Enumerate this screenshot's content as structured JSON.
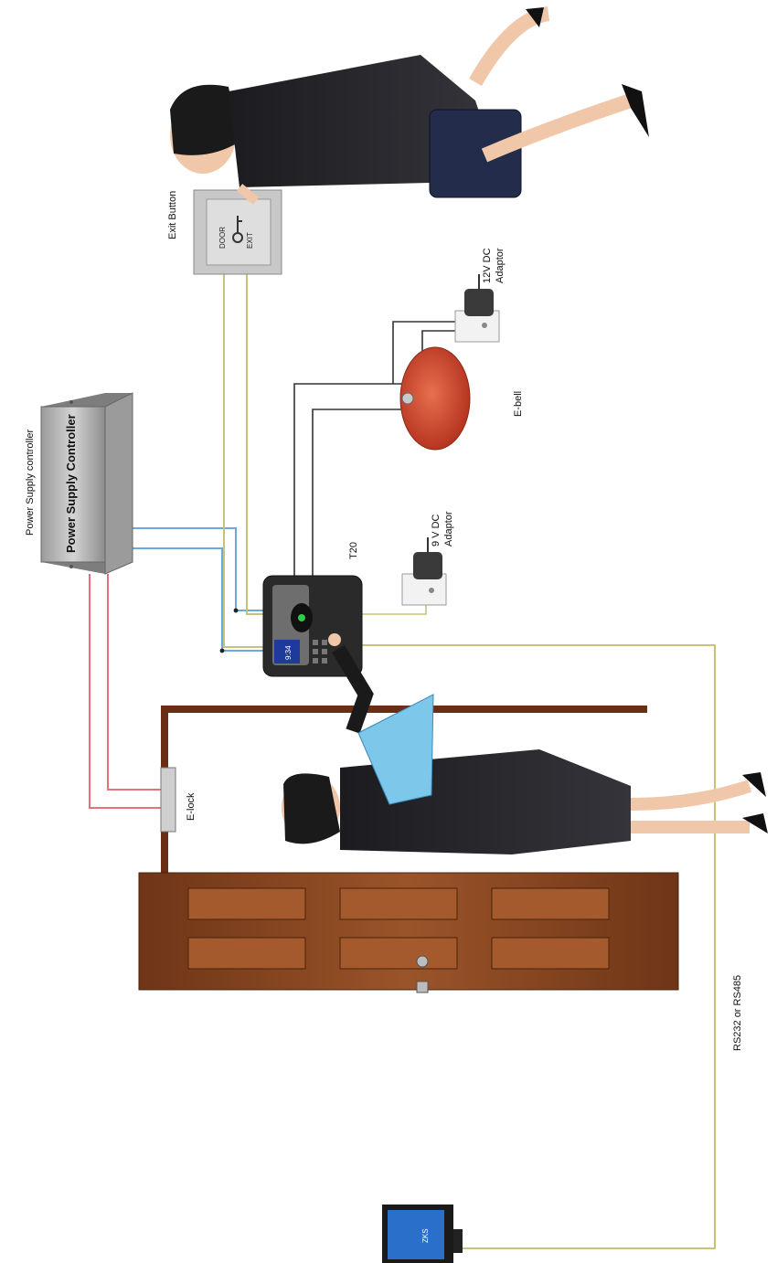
{
  "labels": {
    "power_supply_caption": "Power Supply controller",
    "power_supply_device": "Power Supply Controller",
    "exit_button": "Exit Button",
    "exit_plate_top": "DOOR",
    "exit_plate_bottom": "EXIT",
    "adaptor_12v_line1": "12V DC",
    "adaptor_12v_line2": "Adaptor",
    "adaptor_9v_line1": "9 V DC",
    "adaptor_9v_line2": "Adaptor",
    "e_bell": "E-bell",
    "terminal": "T20",
    "e_lock": "E-lock",
    "serial_link": "RS232 or RS485",
    "terminal_clock": "9:34",
    "pc_screen": "ZKS"
  },
  "colors": {
    "power_wire": "#e8707a",
    "data_wire": "#6aa8e0",
    "signal_wire": "#c9c27a",
    "control_wire": "#333333",
    "door_wood": "#8a4a22",
    "bell_red": "#d2462e"
  }
}
